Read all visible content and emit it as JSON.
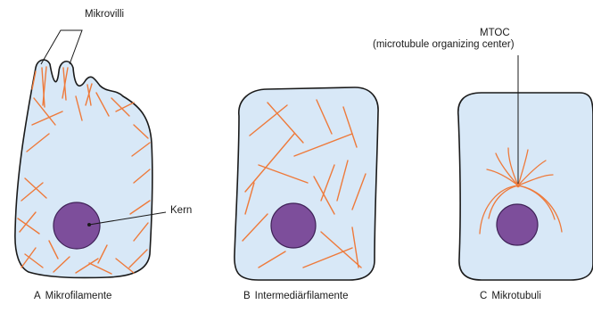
{
  "labels": {
    "mikrovilli": "Mikrovilli",
    "kern": "Kern",
    "mtoc": "MTOC",
    "mtoc_full": "(microtubule organizing center)"
  },
  "panels": [
    {
      "letter": "A",
      "title": "Mikrofilamente"
    },
    {
      "letter": "B",
      "title": "Intermediärfilamente"
    },
    {
      "letter": "C",
      "title": "Mikrotubuli"
    }
  ],
  "colors": {
    "cytoplasm": "#d8e8f7",
    "membrane": "#1a1a1a",
    "filament": "#ee7a3b",
    "nucleus": "#7d4e9b",
    "nucleus_edge": "#3f2257",
    "pointer": "#1a1a1a"
  }
}
